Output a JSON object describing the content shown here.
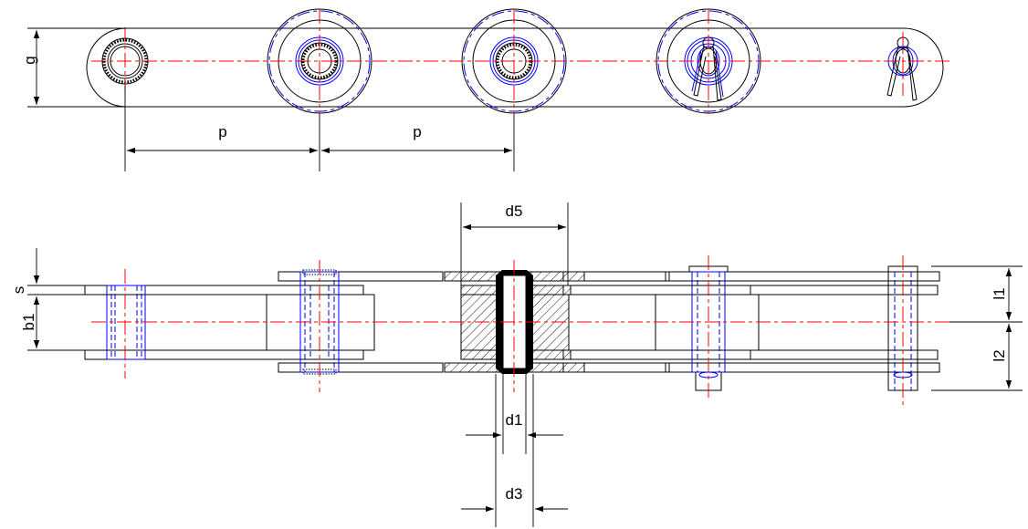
{
  "colors": {
    "outline": "#000000",
    "hidden": "#0000ff",
    "centerline": "#ff0000",
    "background": "#ffffff"
  },
  "labels": {
    "g": "g",
    "p_left": "p",
    "p_right": "p",
    "d5": "d5",
    "s": "s",
    "b1": "b1",
    "l1": "l1",
    "l2": "l2",
    "d1": "d1",
    "d3": "d3"
  }
}
